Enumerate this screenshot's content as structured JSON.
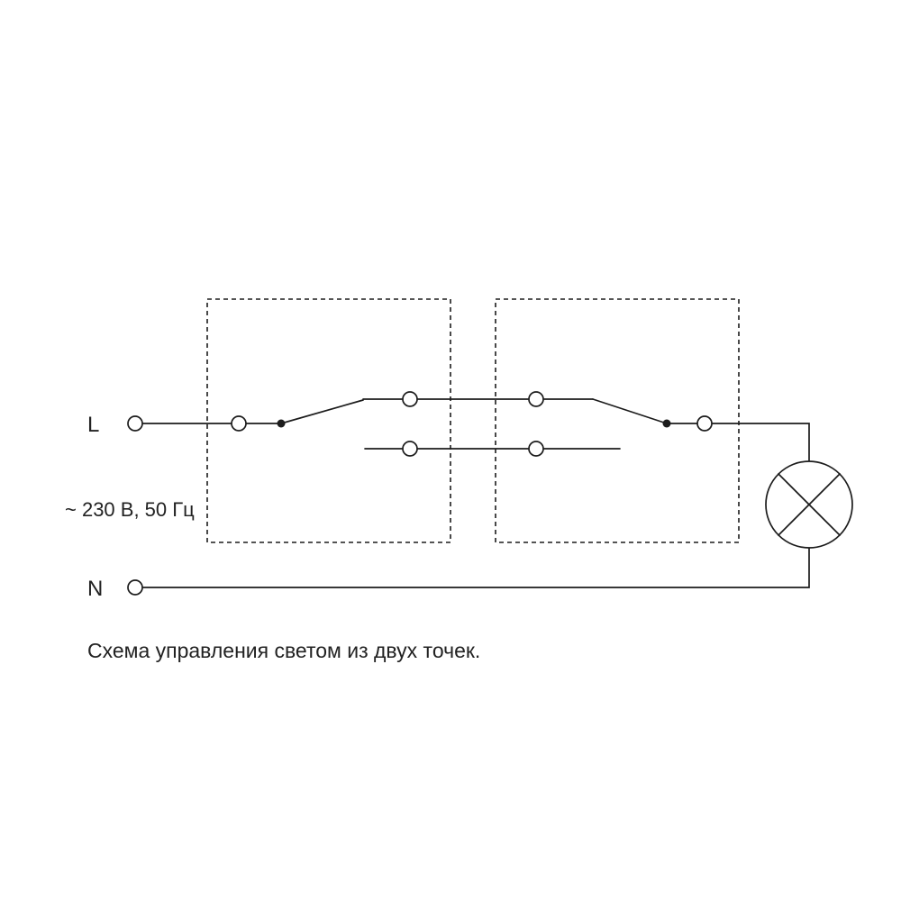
{
  "diagram": {
    "kind": "two-point light control circuit diagram",
    "labels": {
      "line_terminal": "L",
      "neutral_terminal": "N",
      "supply_rating": "~ 230 В, 50 Гц",
      "caption": "Схема управления светом из двух точек."
    },
    "components": [
      {
        "name": "switch-1",
        "kind": "two-way switch in dashed enclosure",
        "blade": "upper traveler"
      },
      {
        "name": "switch-2",
        "kind": "two-way switch in dashed enclosure",
        "blade": "upper traveler"
      },
      {
        "name": "lamp",
        "kind": "lamp symbol (circle with diagonal cross)"
      }
    ],
    "colors": {
      "stroke": "#1c1c1c",
      "text": "#222222",
      "background": "#ffffff"
    }
  }
}
